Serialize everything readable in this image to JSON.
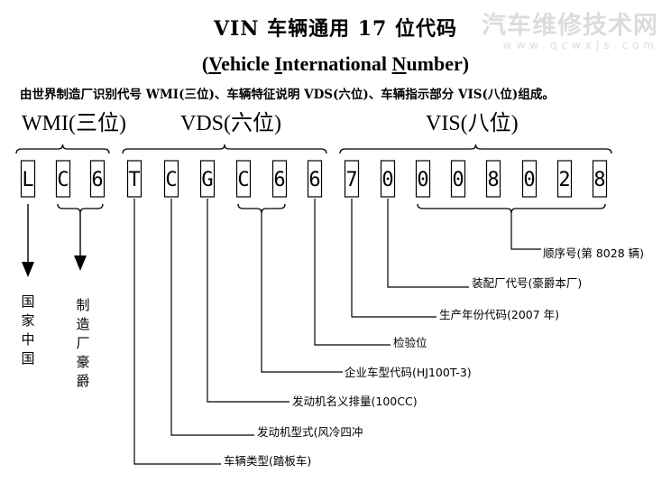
{
  "title": "VIN  车辆通用 17 位代码",
  "subtitle": {
    "open": "(",
    "parts": [
      {
        "ul": "V",
        "rest": "ehicle "
      },
      {
        "ul": "I",
        "rest": "nternational "
      },
      {
        "ul": "N",
        "rest": "umber"
      }
    ],
    "close": ")"
  },
  "description": "由世界制造厂识别代号 WMI(三位)、车辆特征说明 VDS(六位)、车辆指示部分 VIS(八位)组成。",
  "watermark": {
    "name": "汽车维修技术网",
    "url": "www.qcwxjs.com"
  },
  "groups": [
    {
      "label": "WMI(三位)",
      "start": 0,
      "end": 2
    },
    {
      "label": "VDS(六位)",
      "start": 3,
      "end": 8
    },
    {
      "label": "VIS(八位)",
      "start": 9,
      "end": 16
    }
  ],
  "vin_chars": [
    "L",
    "C",
    "6",
    "T",
    "C",
    "G",
    "C",
    "6",
    "6",
    "7",
    "0",
    "0",
    "0",
    "8",
    "0",
    "2",
    "8"
  ],
  "vertical_labels": [
    {
      "text": "国家中国",
      "char": 0
    },
    {
      "text": "制造厂豪爵",
      "span": [
        1,
        2
      ]
    }
  ],
  "callouts": [
    {
      "text": "顺序号(第 8028 辆)",
      "span": [
        11,
        16
      ]
    },
    {
      "text": "装配厂代号(豪爵本厂)",
      "char": 10
    },
    {
      "text": "生产年份代码(2007 年)",
      "char": 9
    },
    {
      "text": "检验位",
      "char": 8
    },
    {
      "text": "企业车型代码(HJ100T-3)",
      "span": [
        6,
        7
      ]
    },
    {
      "text": "发动机名义排量(100CC)",
      "char": 5
    },
    {
      "text": "发动机型式(风冷四冲",
      "char": 4
    },
    {
      "text": "车辆类型(踏板车)",
      "char": 3
    }
  ]
}
